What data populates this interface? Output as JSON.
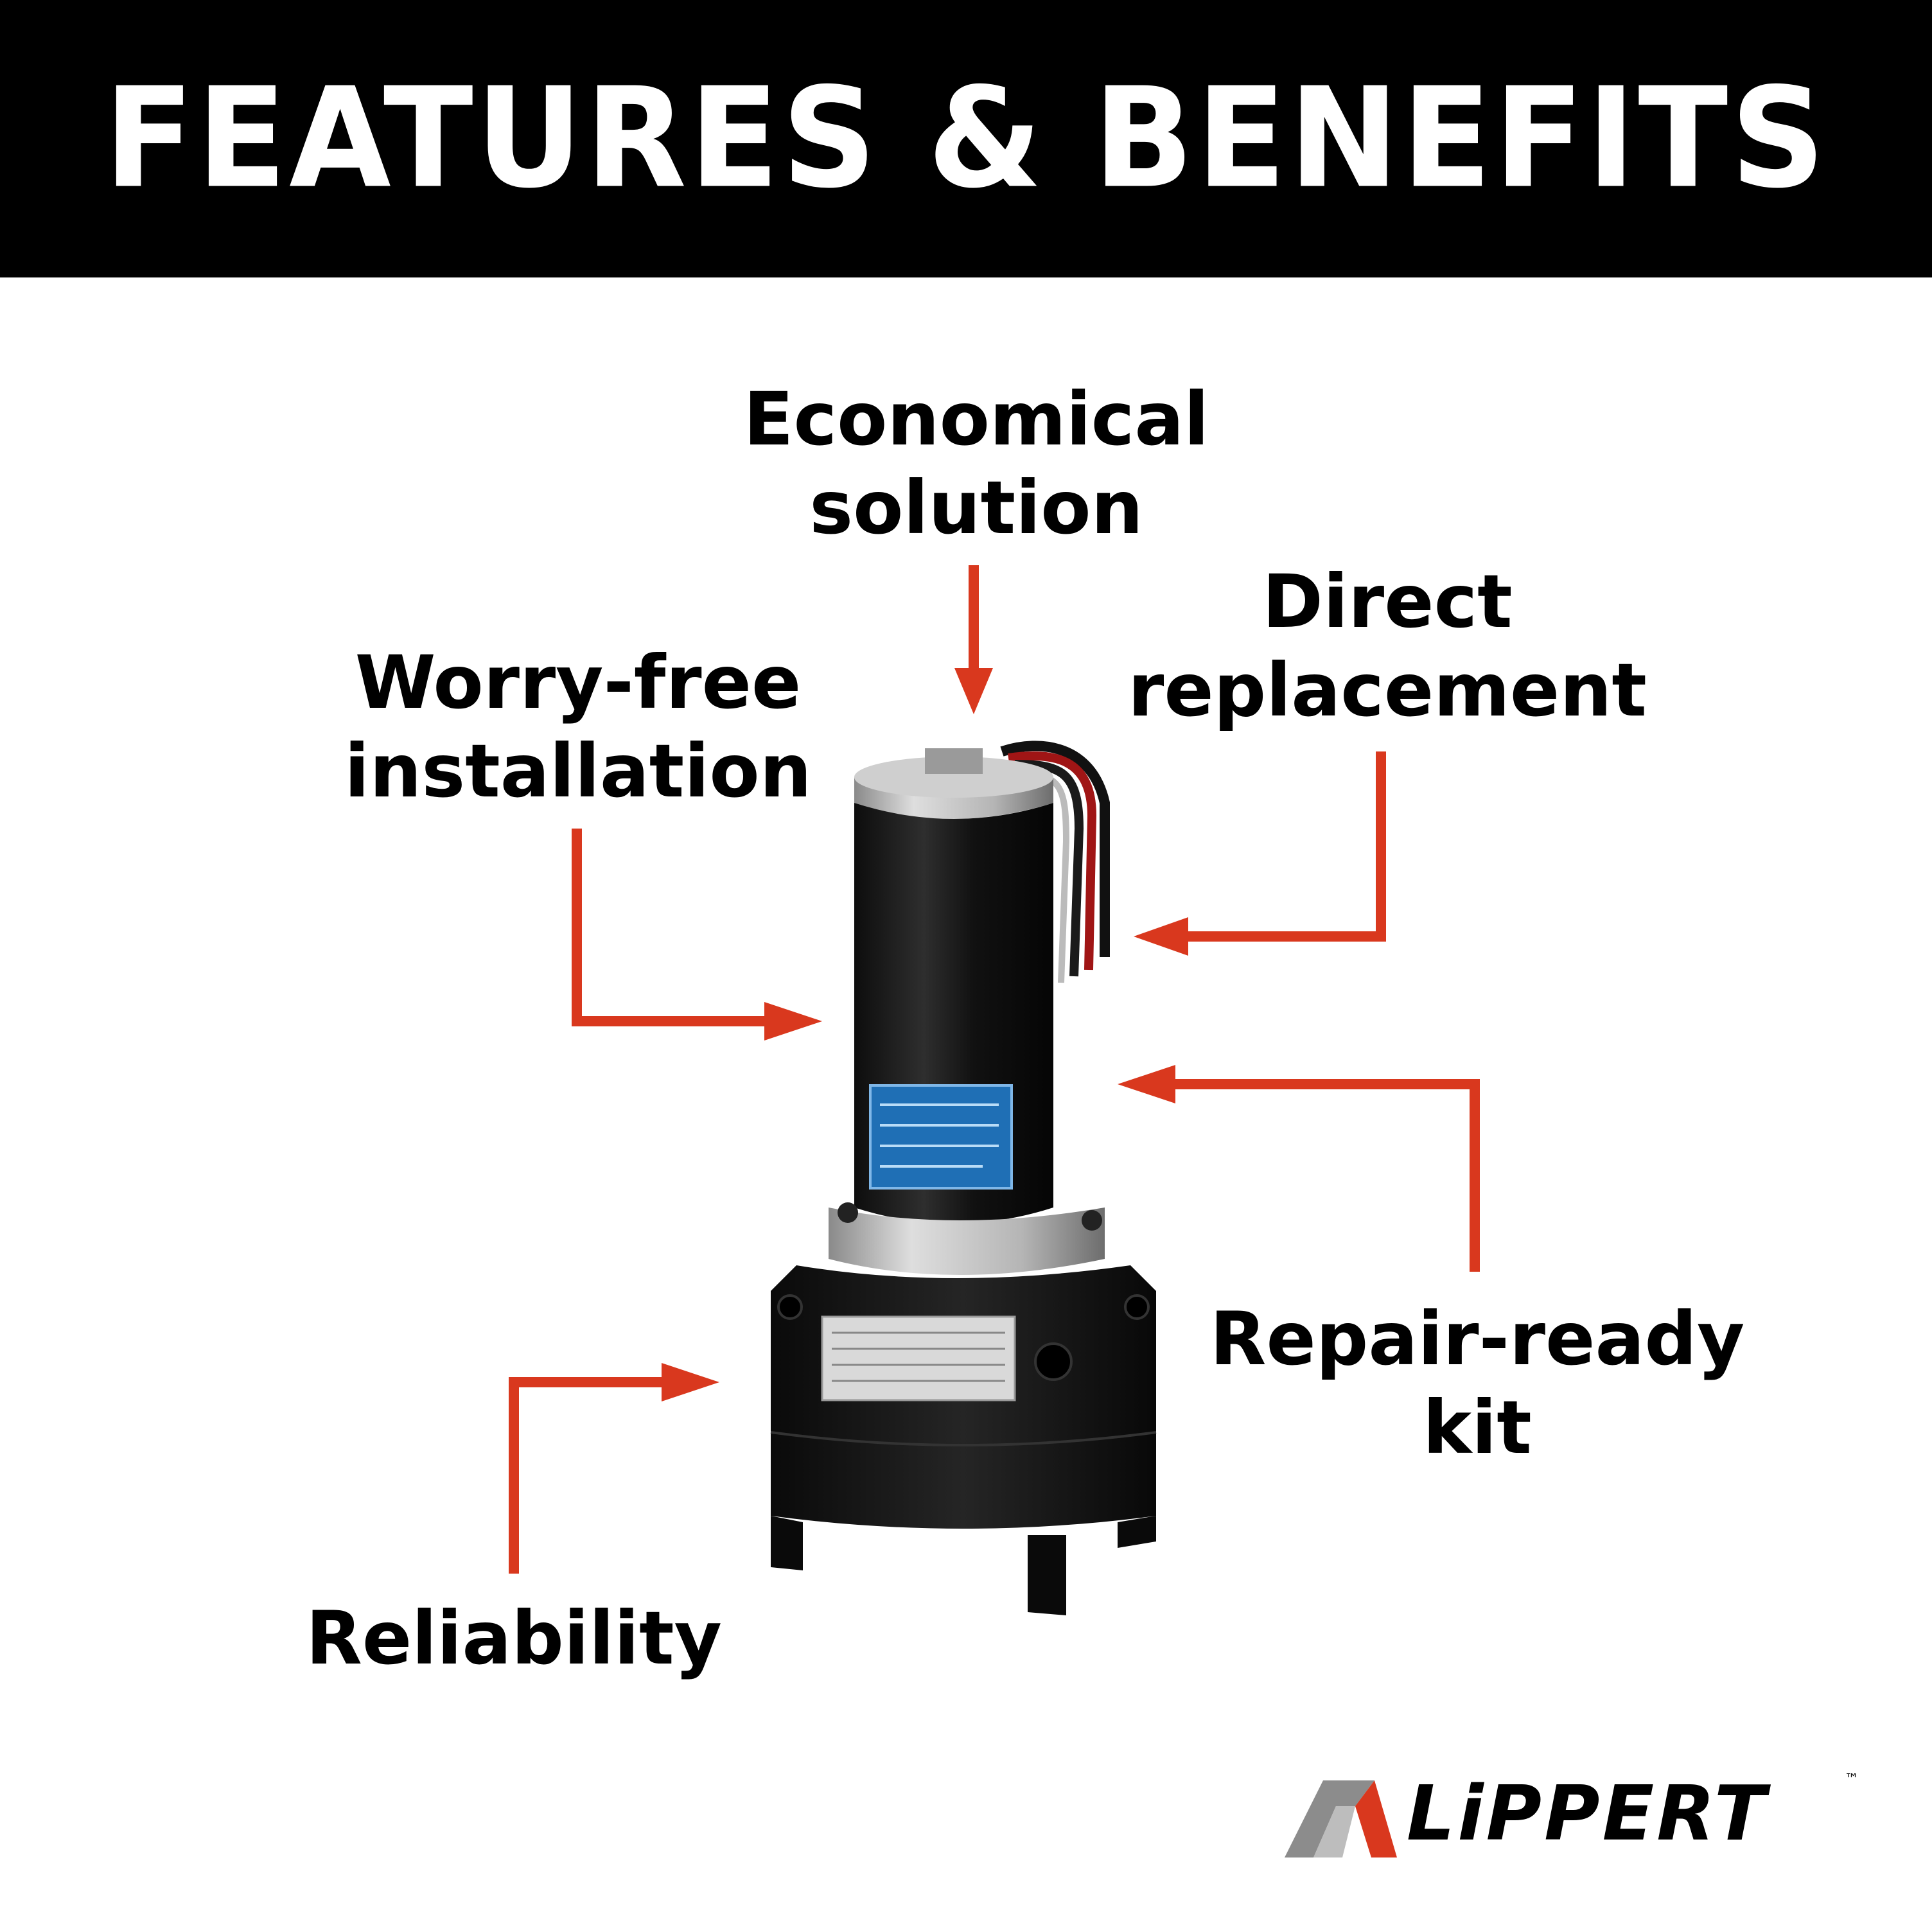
{
  "header": {
    "title": "FEATURES & BENEFITS"
  },
  "features": {
    "economical": [
      "Economical",
      "solution"
    ],
    "worry_free": [
      "Worry-free",
      "installation"
    ],
    "direct": [
      "Direct",
      "replacement"
    ],
    "repair": [
      "Repair-ready",
      "kit"
    ],
    "reliability": [
      "Reliability"
    ]
  },
  "logo": {
    "brand": "LiPPERT",
    "tm": "™"
  },
  "colors": {
    "accent": "#d9381e",
    "header_bg": "#000000"
  }
}
